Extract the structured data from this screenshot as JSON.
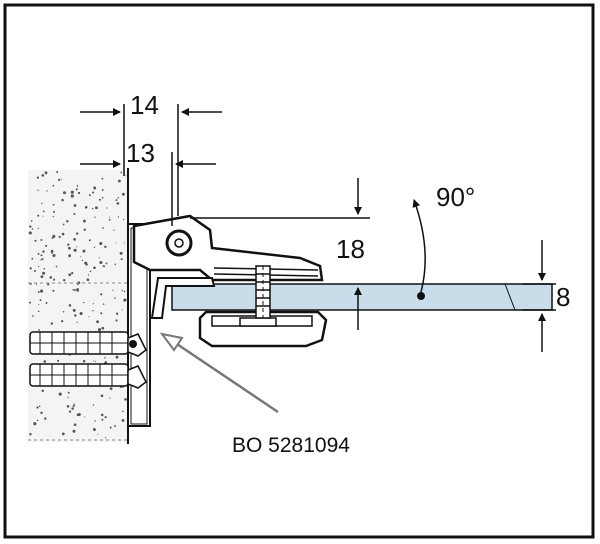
{
  "dimensions": {
    "d14": "14",
    "d13": "13",
    "d18": "18",
    "d8": "8",
    "angle": "90°"
  },
  "part_label": "BO 5281094",
  "colors": {
    "frame": "#111111",
    "glass": "#c9dcea",
    "wall_speckle": "#555555",
    "metal": "#1a1a1a"
  },
  "icons": {
    "pivot": "pivot-circle-icon",
    "arrow": "pointer-arrow-icon",
    "angle": "angle-arc-icon"
  }
}
